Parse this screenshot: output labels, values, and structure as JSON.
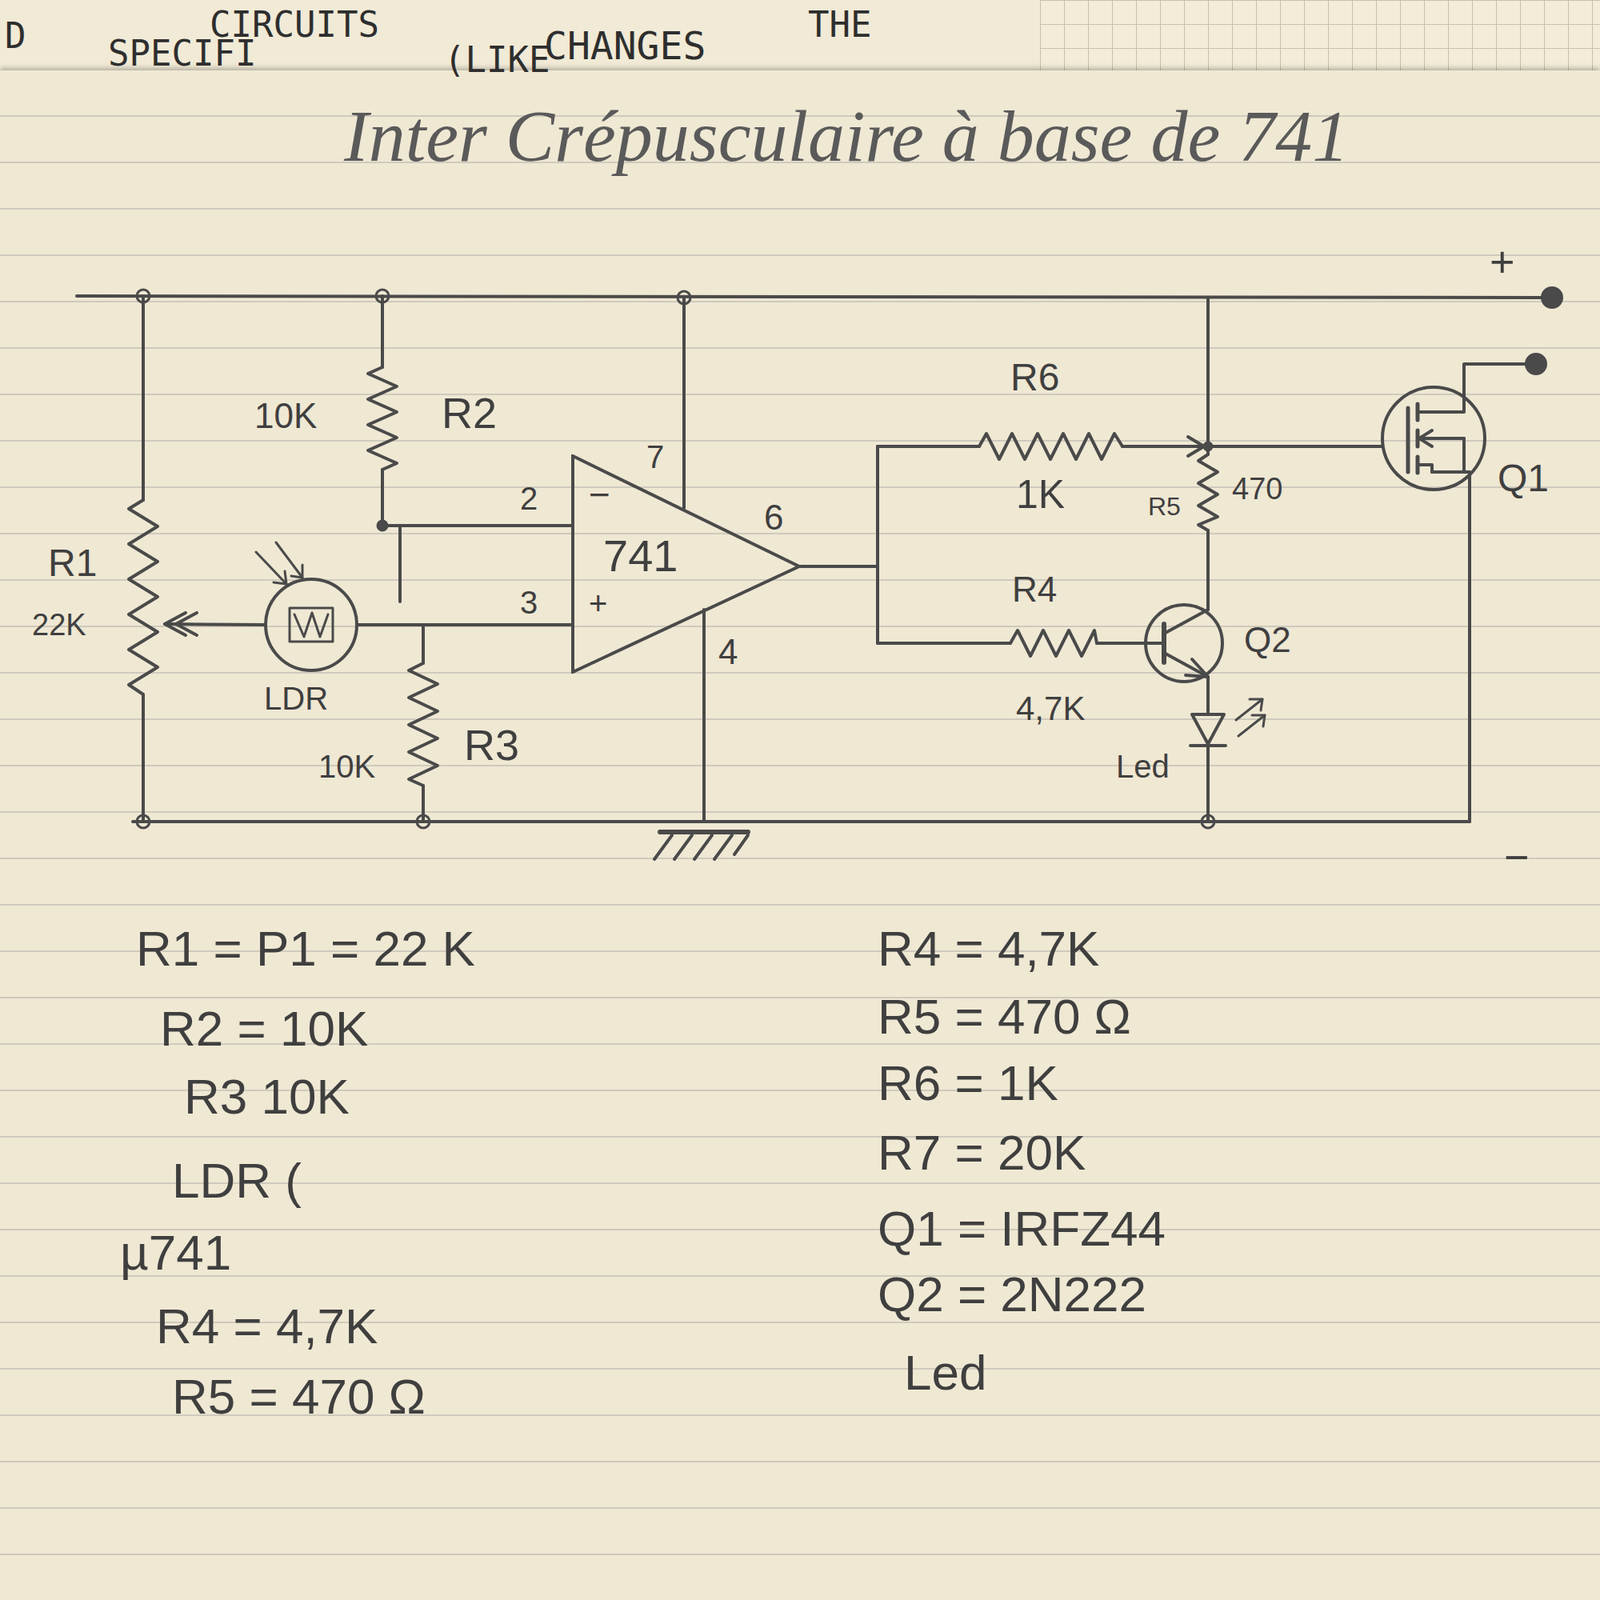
{
  "diagram": {
    "title": "Inter Crépusculaire à base de 741",
    "nodes": [
      {
        "text": [
          "−",
          "741",
          "+"
        ]
      }
    ],
    "labels": [
      "CIRCUITS",
      "CHANGES",
      "THE",
      "D",
      "SPECIFI",
      "(LIKE",
      "+",
      "10K",
      "R2",
      "R6",
      "2",
      "7",
      "R1",
      "22K",
      "3",
      "6",
      "1K",
      "R5",
      "470",
      "Q1",
      "R4",
      "4",
      "Q2",
      "LDR",
      "4,7K",
      "R3",
      "10K",
      "Led",
      "−",
      "R1 = P1 = 22 K",
      "R4 = 4,7K",
      "R2 = 10K",
      "R5 = 470 Ω",
      "R6 = 1K",
      "R3 10K",
      "R7 = 20K",
      "LDR (",
      "Q1 = IRFZ44",
      "µ741",
      "Q2 = 2N222",
      "R4 = 4,7K",
      "Led",
      "R5 = 470 Ω"
    ]
  }
}
